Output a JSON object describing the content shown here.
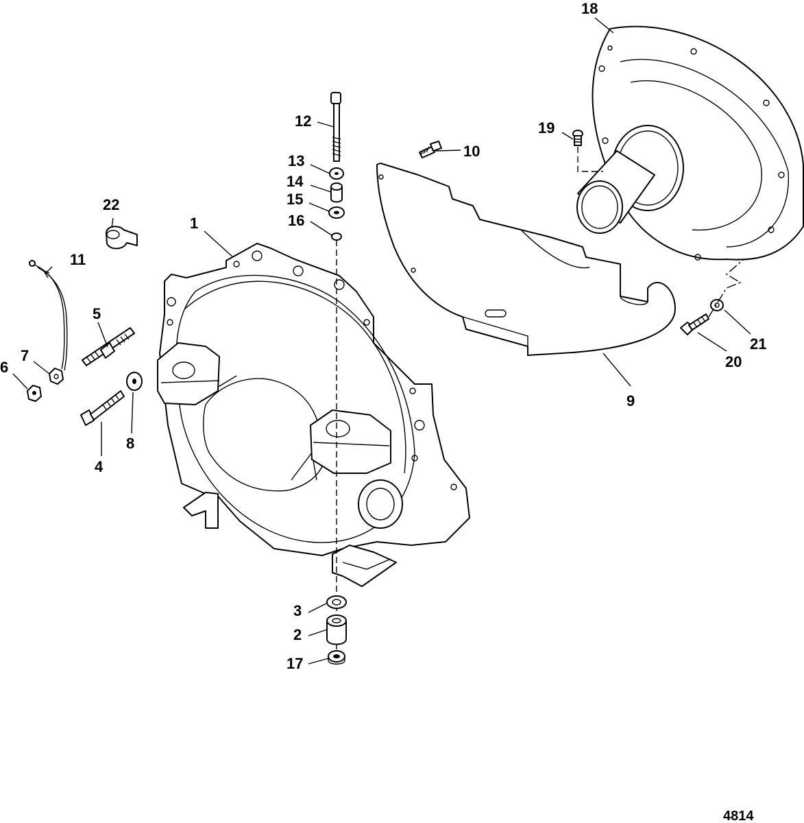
{
  "callouts": [
    {
      "id": "1",
      "label": "1"
    },
    {
      "id": "2",
      "label": "2"
    },
    {
      "id": "3",
      "label": "3"
    },
    {
      "id": "4",
      "label": "4"
    },
    {
      "id": "5",
      "label": "5"
    },
    {
      "id": "6",
      "label": "6"
    },
    {
      "id": "7",
      "label": "7"
    },
    {
      "id": "8",
      "label": "8"
    },
    {
      "id": "9",
      "label": "9"
    },
    {
      "id": "10",
      "label": "10"
    },
    {
      "id": "11",
      "label": "11"
    },
    {
      "id": "12",
      "label": "12"
    },
    {
      "id": "13",
      "label": "13"
    },
    {
      "id": "14",
      "label": "14"
    },
    {
      "id": "15",
      "label": "15"
    },
    {
      "id": "16",
      "label": "16"
    },
    {
      "id": "17",
      "label": "17"
    },
    {
      "id": "18",
      "label": "18"
    },
    {
      "id": "19",
      "label": "19"
    },
    {
      "id": "20",
      "label": "20"
    },
    {
      "id": "21",
      "label": "21"
    },
    {
      "id": "22",
      "label": "22"
    }
  ],
  "figure_number": "4814"
}
